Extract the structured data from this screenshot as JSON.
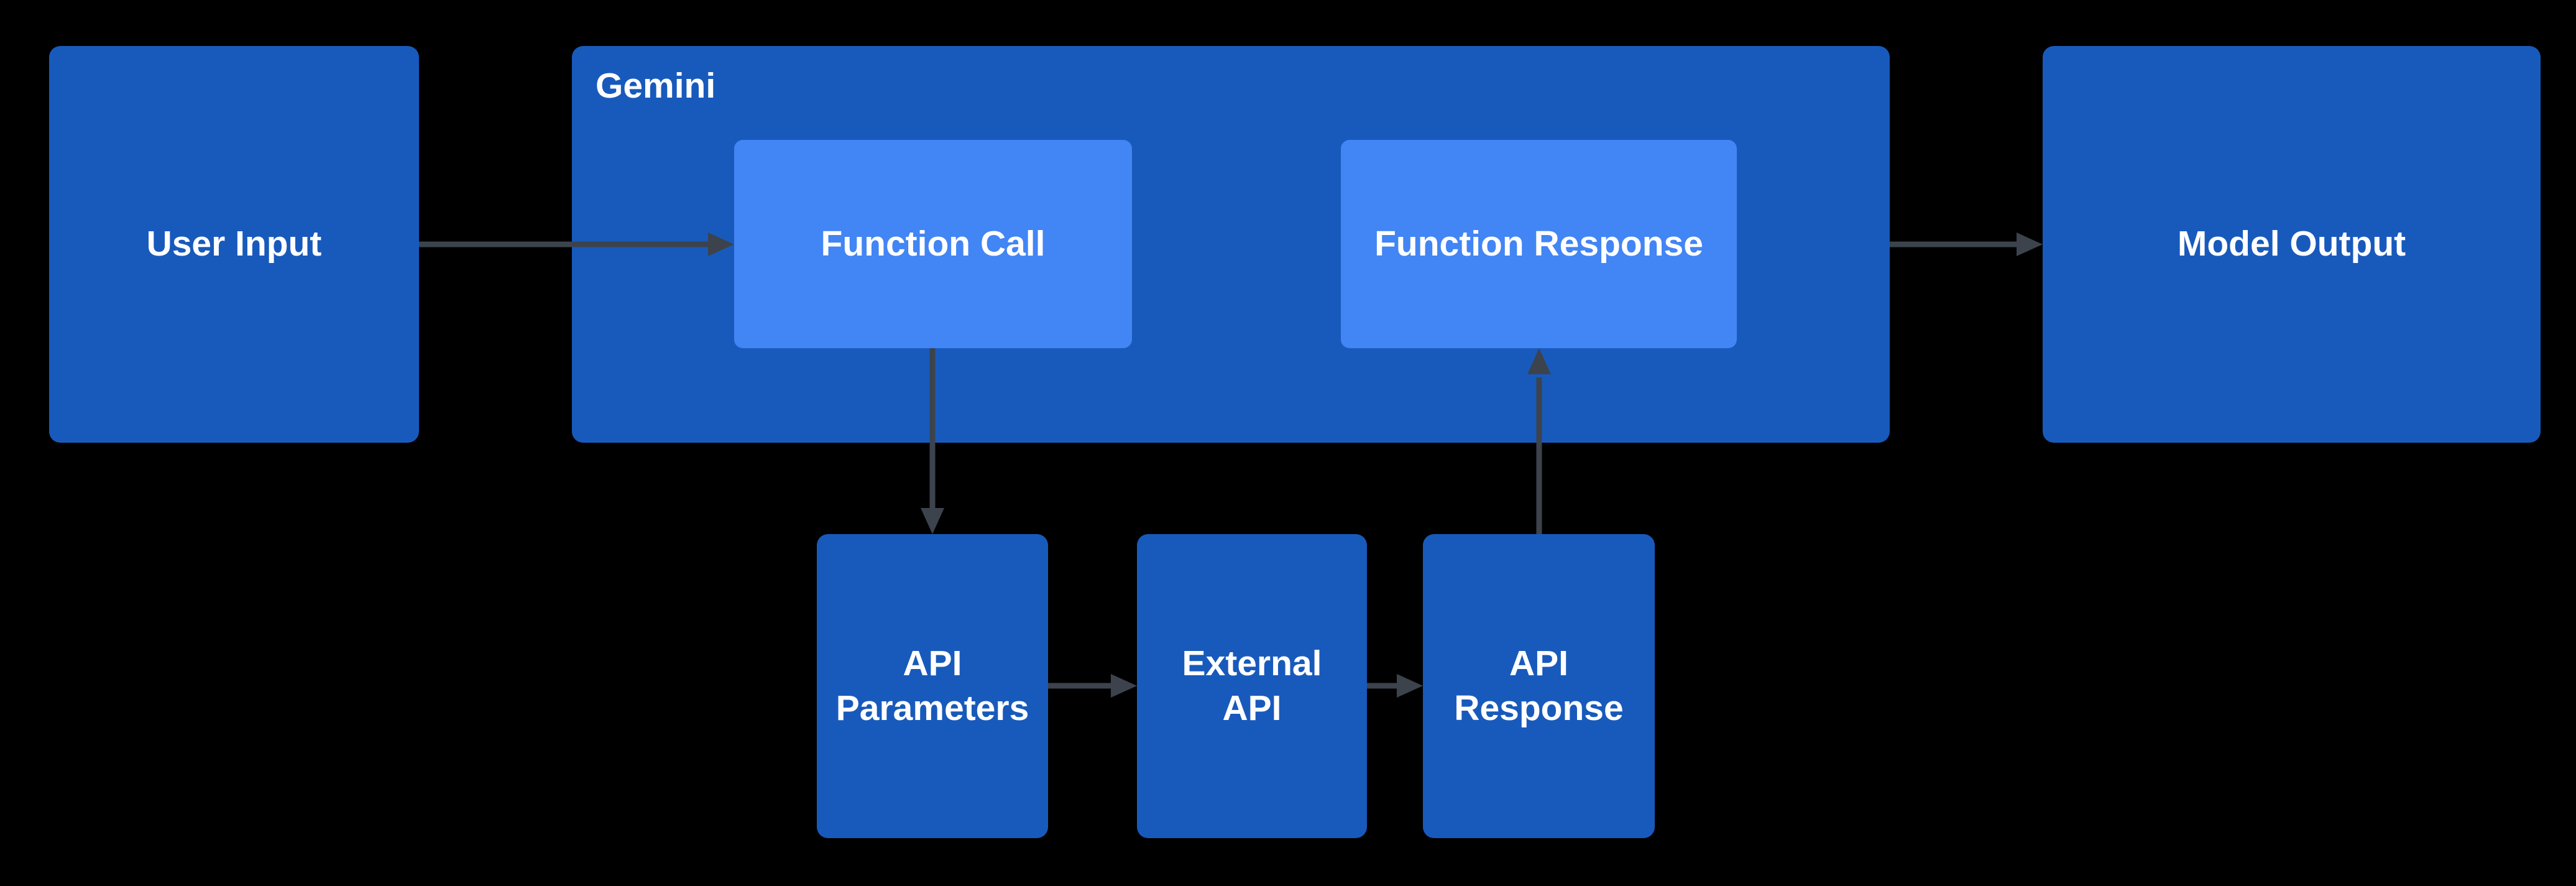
{
  "diagram": {
    "type": "flowchart",
    "background": "#000000",
    "colors": {
      "background": "#000000",
      "node_dark": "#185abc",
      "node_light": "#4285f4",
      "arrow": "#3c434c",
      "label_text": "#ffffff"
    },
    "nodes": {
      "user_input": {
        "label": "User Input"
      },
      "gemini": {
        "label": "Gemini"
      },
      "function_call": {
        "label": "Function Call"
      },
      "function_response": {
        "label": "Function Response"
      },
      "model_output": {
        "label": "Model Output"
      },
      "api_parameters": {
        "label": "API Parameters"
      },
      "external_api": {
        "label": "External API"
      },
      "api_response": {
        "label": "API Response"
      }
    },
    "edges": [
      {
        "from": "user_input",
        "to": "function_call"
      },
      {
        "from": "gemini",
        "to": "model_output"
      },
      {
        "from": "function_call",
        "to": "api_parameters"
      },
      {
        "from": "api_parameters",
        "to": "external_api"
      },
      {
        "from": "external_api",
        "to": "api_response"
      },
      {
        "from": "api_response",
        "to": "function_response"
      }
    ]
  }
}
